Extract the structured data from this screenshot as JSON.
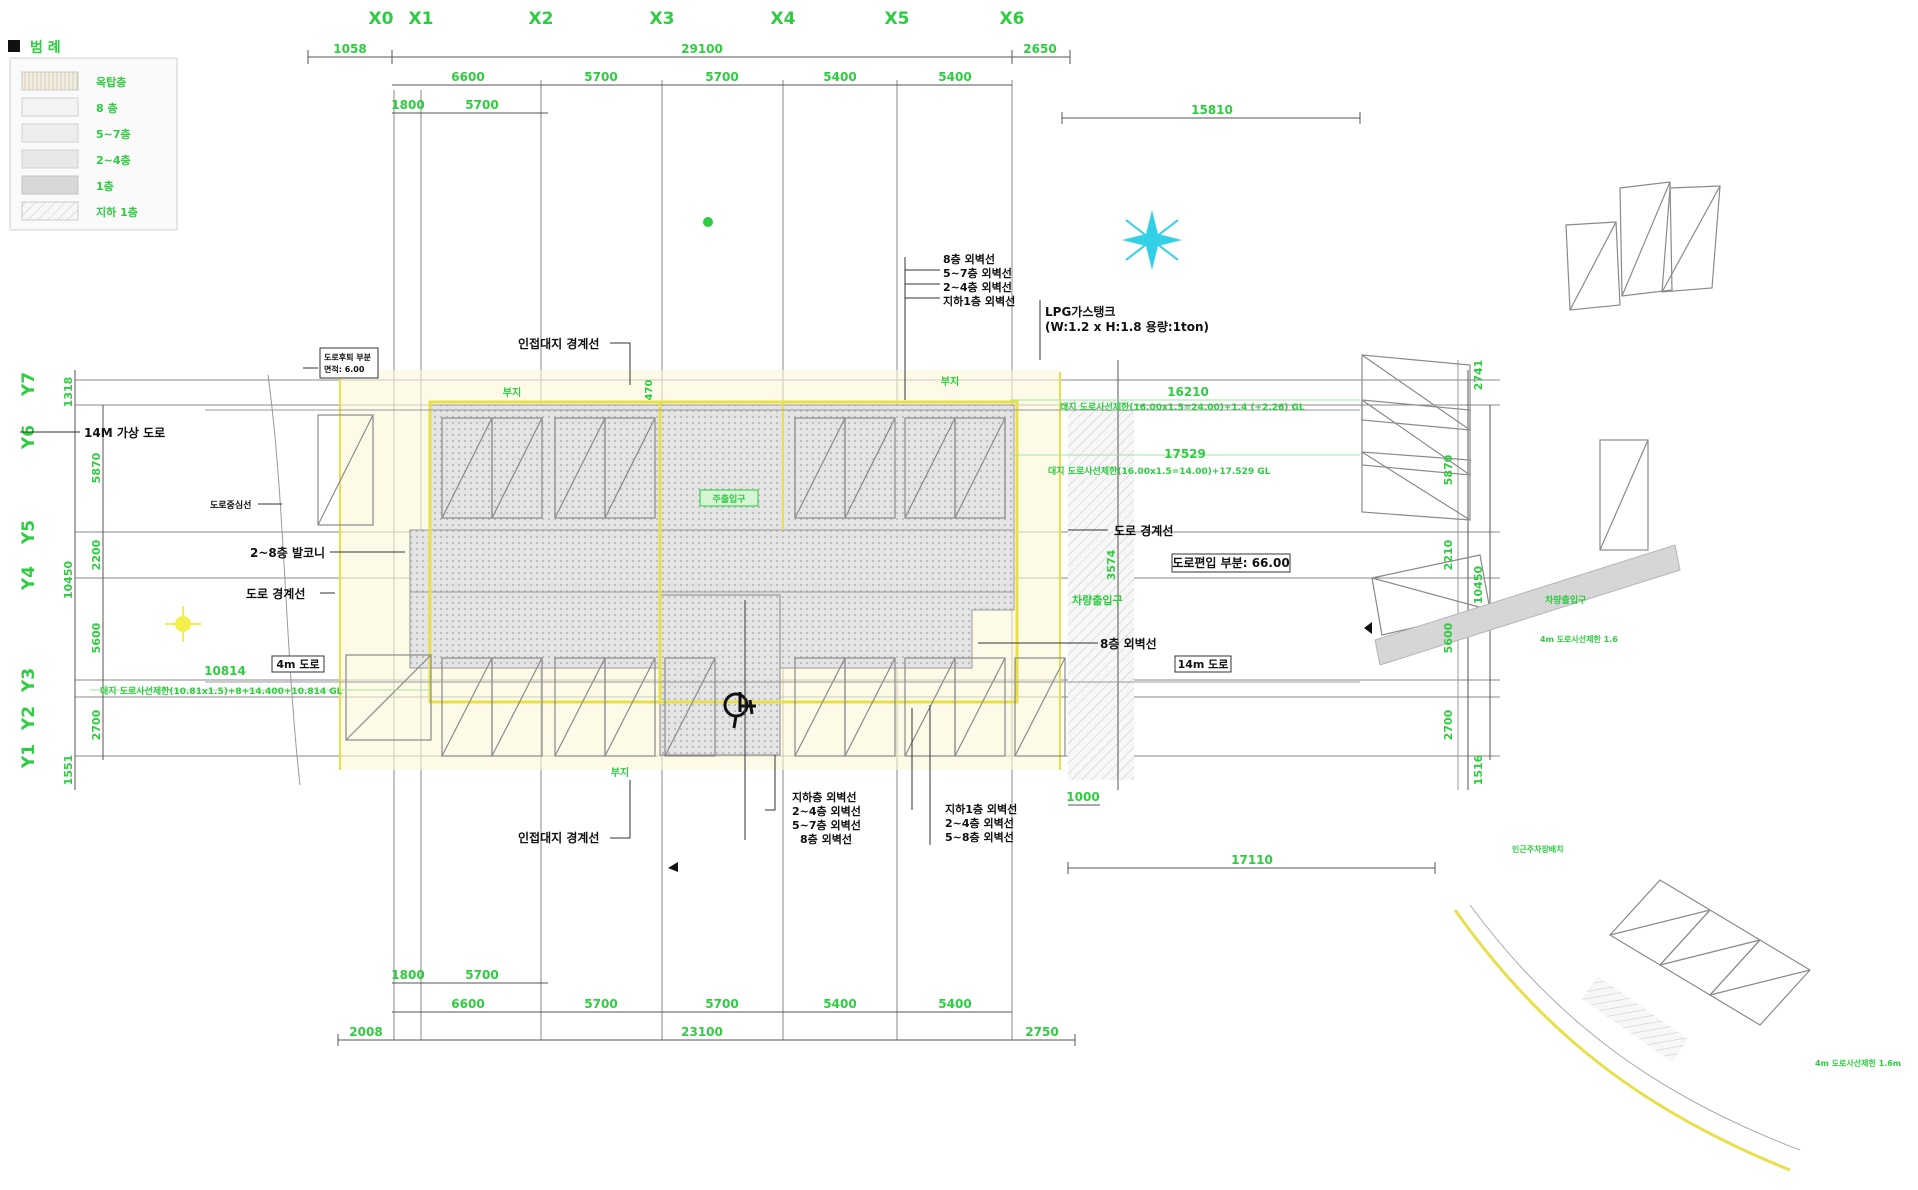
{
  "legend": {
    "title": "범 례",
    "items": [
      "옥탑층",
      "8 층",
      "5~7층",
      "2~4층",
      "1층",
      "지하 1층"
    ]
  },
  "grid_x": [
    "X0",
    "X1",
    "X2",
    "X3",
    "X4",
    "X5",
    "X6"
  ],
  "grid_y": [
    "Y7",
    "Y6",
    "Y5",
    "Y4",
    "Y3",
    "Y2",
    "Y1"
  ],
  "dims_top": {
    "row1": [
      "1058",
      "29100",
      "2650"
    ],
    "row2": [
      "6600",
      "5700",
      "5700",
      "5400",
      "5400"
    ],
    "row3": [
      "1800",
      "5700"
    ],
    "right": "15810"
  },
  "dims_bottom": {
    "row1": [
      "1800",
      "5700"
    ],
    "row2": [
      "6600",
      "5700",
      "5700",
      "5400",
      "5400"
    ],
    "row3": [
      "2008",
      "23100",
      "2750"
    ],
    "right_small": "1000",
    "right_long": "17110"
  },
  "dims_left": [
    "1318",
    "5870",
    "2200",
    "10450",
    "5600",
    "2700",
    "1551"
  ],
  "dims_right": [
    "2741",
    "5870",
    "2210",
    "10450",
    "5600",
    "2700",
    "1516"
  ],
  "dims_mid": [
    "16210",
    "17529",
    "10814",
    "3574",
    "470"
  ],
  "labels_black": {
    "road14_virtual": "14M 가상 도로",
    "road_setback_title": "도로후퇴 부분",
    "road_setback_area": "면적: 6.00",
    "road_center": "도로중심선",
    "balcony": "2~8층 발코니",
    "road_boundary_left": "도로 경계선",
    "road4": "4m 도로",
    "adjacent_top": "인접대지 경계선",
    "adjacent_bottom": "인접대지 경계선",
    "lpg_title": "LPG가스탱크",
    "lpg_spec": "(W:1.2 x H:1.8 용량:1ton)",
    "road_boundary_right": "도로 경계선",
    "road_incl": "도로편입 부분: 66.00",
    "floor8_outer": "8층 외벽선",
    "road14": "14m 도로"
  },
  "walls_top": [
    "8층 외벽선",
    "5~7층 외벽선",
    "2~4층 외벽선",
    "지하1층 외벽선"
  ],
  "walls_bottom_mid": [
    "지하층 외벽선",
    "2~4층 외벽선",
    "5~7층 외벽선",
    "8층 외벽선"
  ],
  "walls_bottom_right": [
    "지하1층 외벽선",
    "2~4층 외벽선",
    "5~8층 외벽선"
  ],
  "labels_green": {
    "entrance": "주출입구",
    "site_top": "부지",
    "site_top2": "부지",
    "site_bottom": "부지",
    "vehicle_entry": "차량출입구",
    "vehicle_entry_right": "차량출입구",
    "road_line1": "대지 도로사선제한(16.00x1.5=24.00)+1.4 (+2.26) GL",
    "road_line2": "대지 도로사선제한(16.00x1.5=14.00)+17.529 GL",
    "road_line3": "대지 도로사선제한(10.81x1.5)+8+14.400+10.814 GL",
    "offsite1": "4m 도로사선제한 1.6",
    "offsite2": "4m 도로사선제한 1.6m",
    "offsite3": "인근주차장배치"
  },
  "colors": {
    "label_green": "#2ecc40",
    "site_yellow": "#f4f07a",
    "compass": "#32d0e6"
  }
}
